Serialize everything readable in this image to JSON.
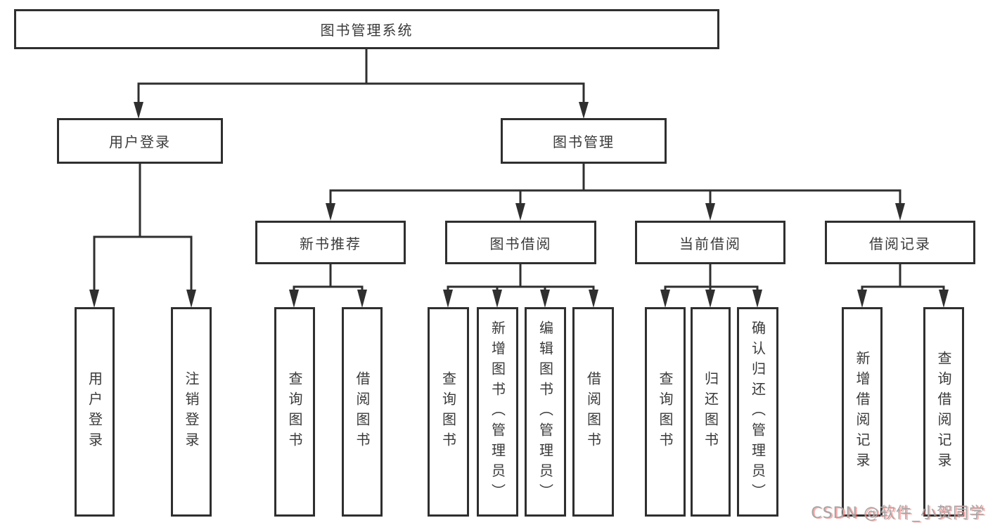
{
  "colors": {
    "line": "#2f2f2f",
    "text": "#3a3a3a",
    "watermark_gray": "#a6a6a6",
    "watermark_red": "#ff6e6e"
  },
  "tree": {
    "root": {
      "label": "图书管理系统"
    },
    "login_branch": {
      "label": "用户登录",
      "children": [
        {
          "label": "用户登录"
        },
        {
          "label": "注销登录"
        }
      ]
    },
    "manage_branch": {
      "label": "图书管理",
      "groups": [
        {
          "label": "新书推荐",
          "children": [
            {
              "label": "查询图书"
            },
            {
              "label": "借阅图书"
            }
          ]
        },
        {
          "label": "图书借阅",
          "children": [
            {
              "label": "查询图书"
            },
            {
              "label": "新增图书（管理员）"
            },
            {
              "label": "编辑图书（管理员）"
            },
            {
              "label": "借阅图书"
            }
          ]
        },
        {
          "label": "当前借阅",
          "children": [
            {
              "label": "查询图书"
            },
            {
              "label": "归还图书"
            },
            {
              "label": "确认归还（管理员）"
            }
          ]
        },
        {
          "label": "借阅记录",
          "children": [
            {
              "label": "新增借阅记录"
            },
            {
              "label": "查询借阅记录"
            }
          ]
        }
      ]
    }
  },
  "watermark": {
    "text": "CSDN @软件_小贺同学"
  }
}
